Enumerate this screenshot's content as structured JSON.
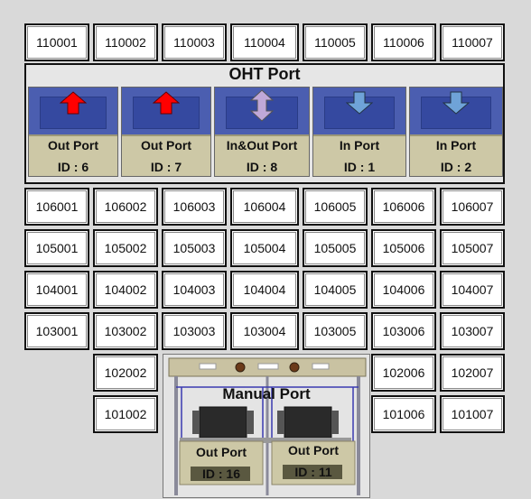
{
  "grid": {
    "row_110": [
      "110001",
      "110002",
      "110003",
      "110004",
      "110005",
      "110006",
      "110007"
    ],
    "row_106": [
      "106001",
      "106002",
      "106003",
      "106004",
      "106005",
      "106006",
      "106007"
    ],
    "row_105": [
      "105001",
      "105002",
      "105003",
      "105004",
      "105005",
      "105006",
      "105007"
    ],
    "row_104": [
      "104001",
      "104002",
      "104003",
      "104004",
      "104005",
      "104006",
      "104007"
    ],
    "row_103": [
      "103001",
      "103002",
      "103003",
      "103004",
      "103005",
      "103006",
      "103007"
    ],
    "row_102": [
      "102002",
      "102006",
      "102007"
    ],
    "row_101": [
      "101002",
      "101006",
      "101007"
    ]
  },
  "oht": {
    "title": "OHT Port",
    "ports": [
      {
        "label": "Out Port",
        "id": "ID : 6",
        "arrow": "up-arrow-red"
      },
      {
        "label": "Out Port",
        "id": "ID : 7",
        "arrow": "up-arrow-red"
      },
      {
        "label": "In&Out Port",
        "id": "ID : 8",
        "arrow": "updown-arrow-lavender"
      },
      {
        "label": "In Port",
        "id": "ID : 1",
        "arrow": "down-arrow-blue"
      },
      {
        "label": "In Port",
        "id": "ID : 2",
        "arrow": "down-arrow-blue"
      }
    ]
  },
  "manual": {
    "title": "Manual Port",
    "ports": [
      {
        "label": "Out Port",
        "id": "ID : 16"
      },
      {
        "label": "Out Port",
        "id": "ID : 11"
      }
    ]
  },
  "colors": {
    "background": "#d9d9d9",
    "port_blue": "#4b5eb0",
    "port_tan": "#cdc8a6",
    "arrow_red": "#ff0000",
    "arrow_lavender": "#c0a8d8",
    "arrow_blue": "#6fa3d8"
  }
}
